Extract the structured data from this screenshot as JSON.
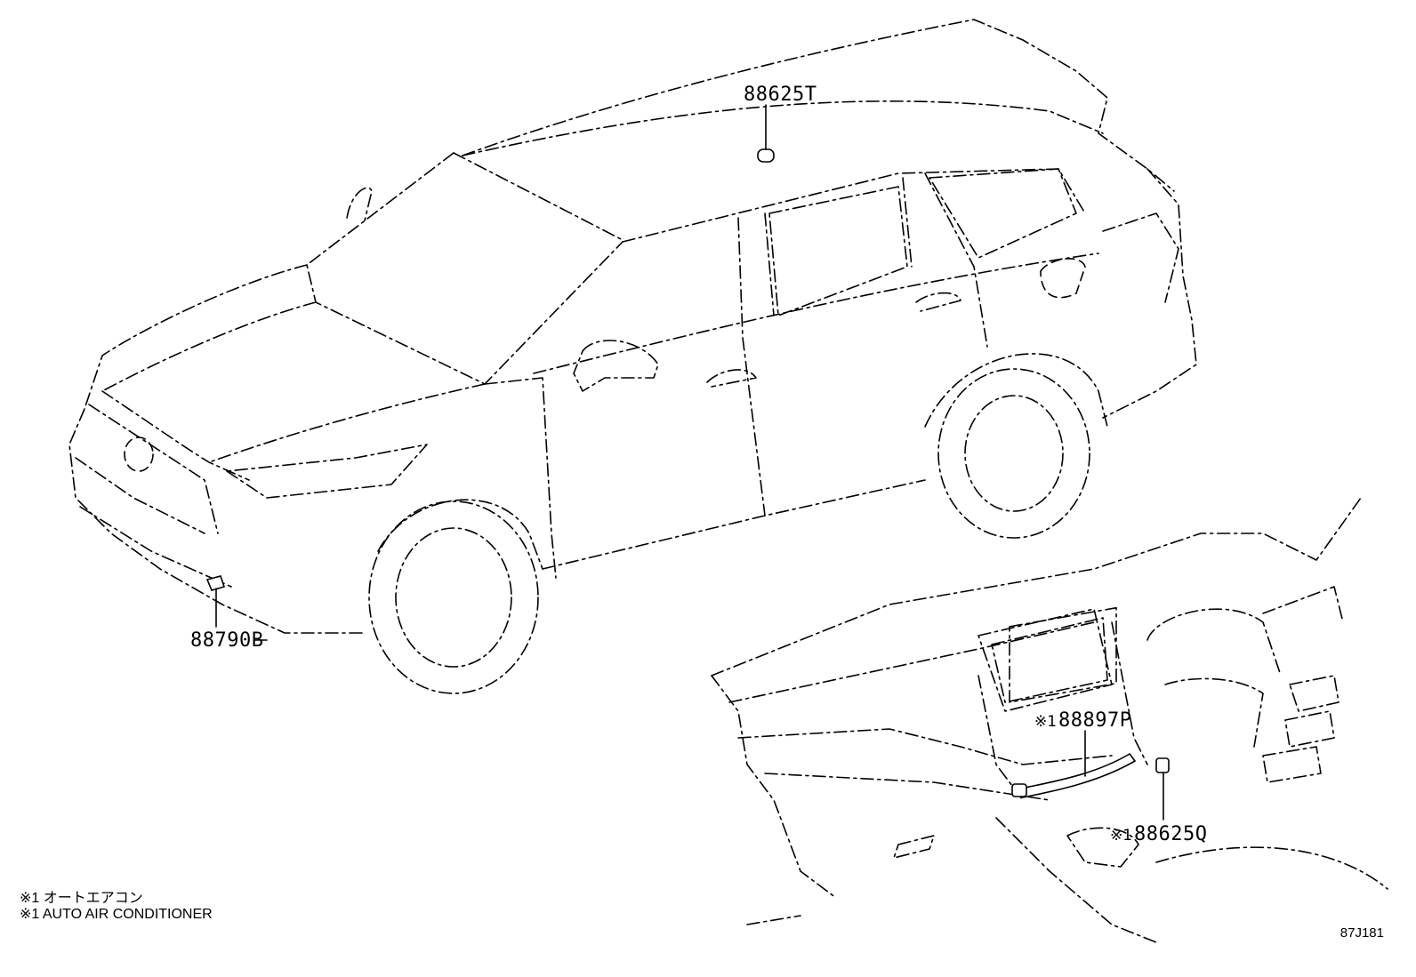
{
  "callouts": {
    "roof_sensor": "88625T",
    "front_sensor": "88790B",
    "dash_hose": "88897P",
    "dash_sensor": "88625Q",
    "note_mark": "※1"
  },
  "notes": {
    "line_ja": "※1 オートエアコン",
    "line_en": "※1 AUTO AIR CONDITIONER"
  },
  "illustration_id": "87J181"
}
